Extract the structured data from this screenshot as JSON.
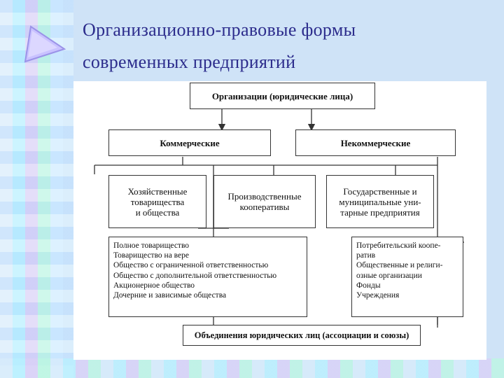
{
  "title_line1": "Организационно-правовые формы",
  "title_line2": "современных предприятий",
  "root": "Организации (юридические лица)",
  "commercial": "Коммерческие",
  "noncommercial": "Некоммерческие",
  "partnerships": [
    "Хозяйственные",
    "товарищества",
    "и общества"
  ],
  "cooperatives": [
    "Производственные",
    "кооперативы"
  ],
  "unitary": [
    "Государственные и",
    "муниципальные уни-",
    "тарные предприятия"
  ],
  "commercial_list": [
    "Полное товарищество",
    "Товарищество на вере",
    "Общество с ограниченной ответственностью",
    "Общество с дополнительной ответственностью",
    "Акционерное общество",
    "Дочерние и зависимые общества"
  ],
  "noncommercial_list": [
    "Потребительский коопе-",
    "ратив",
    "Общественные и религи-",
    "озные организации",
    "Фонды",
    "Учреждения"
  ],
  "associations": "Объединения юридических лиц (ассоциации и союзы)"
}
